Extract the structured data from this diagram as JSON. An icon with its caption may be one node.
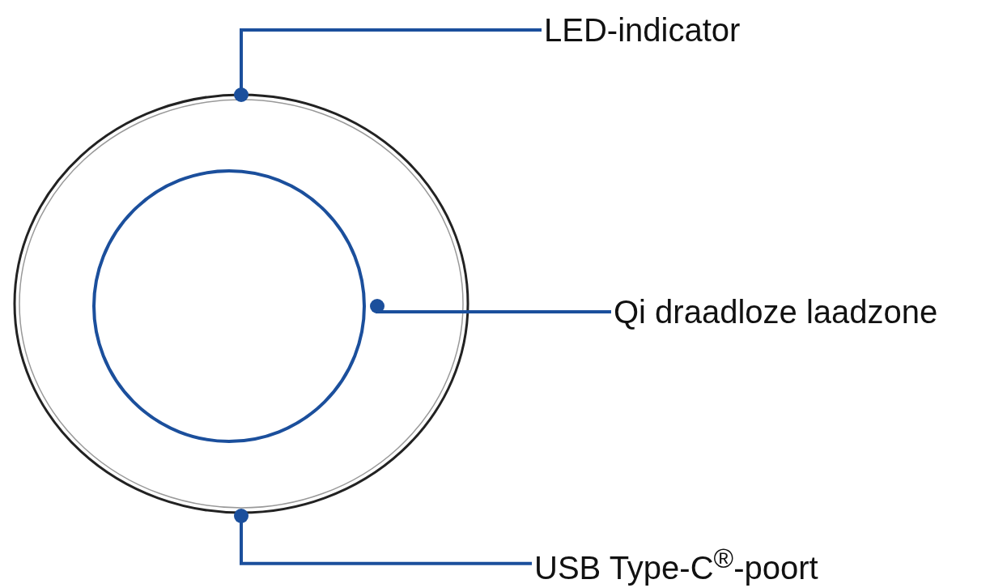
{
  "diagram": {
    "nodes": [
      {
        "text": [],
        "shape": "circle"
      },
      {
        "text": [],
        "shape": "circle",
        "in": 0
      },
      {
        "text": [
          "LED-indicator"
        ]
      },
      {
        "text": [
          "Qi draadloze laadzone"
        ]
      },
      {
        "text": [
          "USB Type-C$^{®}$-poort"
        ]
      }
    ],
    "edges": [
      {
        "from": 2,
        "to": 0,
        "arrow": "other"
      },
      {
        "from": 3,
        "to": 1,
        "arrow": "other"
      },
      {
        "from": 4,
        "to": 0,
        "arrow": "other"
      }
    ]
  }
}
